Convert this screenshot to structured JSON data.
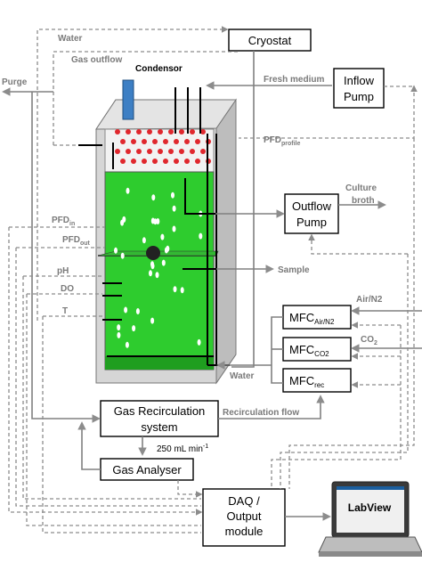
{
  "boxes": {
    "cryostat": "Cryostat",
    "inflow_pump_line1": "Inflow",
    "inflow_pump_line2": "Pump",
    "outflow_pump_line1": "Outflow",
    "outflow_pump_line2": "Pump",
    "mfc_airn2": "MFC",
    "mfc_airn2_sub": "Air/N2",
    "mfc_co2": "MFC",
    "mfc_co2_sub": "CO2",
    "mfc_rec": "MFC",
    "mfc_rec_sub": "rec",
    "gas_recirc_line1": "Gas Recirculation",
    "gas_recirc_line2": "system",
    "gas_analyser": "Gas Analyser",
    "daq_line1": "DAQ /",
    "daq_line2": "Output",
    "daq_line3": "module",
    "labview": "LabView"
  },
  "labels": {
    "water_top": "Water",
    "gas_outflow": "Gas outflow",
    "purge": "Purge",
    "condensor": "Condensor",
    "fresh_medium": "Fresh medium",
    "pfd_profile": "PFD",
    "pfd_profile_sub": "profile",
    "culture_broth_1": "Culture",
    "culture_broth_2": "broth",
    "pfd_in": "PFD",
    "pfd_in_sub": "in",
    "pfd_out": "PFD",
    "pfd_out_sub": "out",
    "ph": "pH",
    "do": "DO",
    "t": "T",
    "sample": "Sample",
    "air_n2": "Air/N2",
    "co2": "CO",
    "co2_sub": "2",
    "water_bottom": "Water",
    "recirculation_flow": "Recirculation flow",
    "flow_rate": "250 mL min",
    "flow_rate_sup": "-1"
  },
  "colors": {
    "culture": "#2ecc2e",
    "culture_dark": "#1f9e1f",
    "condensor": "#3d7fc4",
    "bubble_red": "#e0282e",
    "reactor_frame": "#c8c8c8",
    "line_gray": "#8c8c8c"
  }
}
